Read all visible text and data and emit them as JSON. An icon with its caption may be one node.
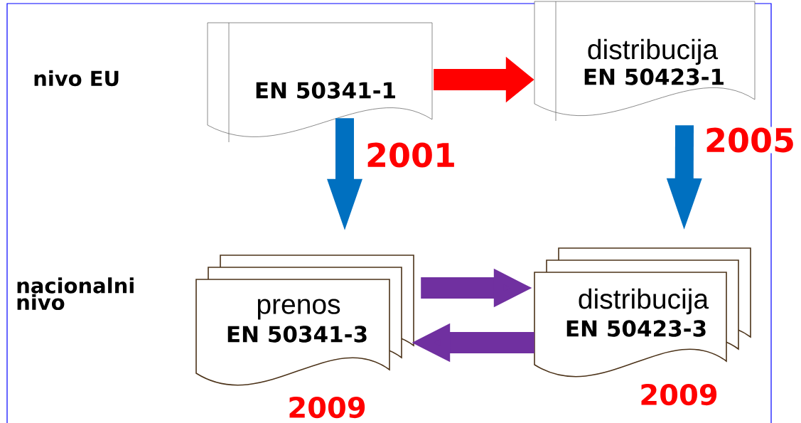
{
  "diagram": {
    "nodes": [
      {
        "text": [
          "EN 50341-1"
        ]
      },
      {
        "text": [
          "distribucija",
          "EN 50423-1"
        ]
      },
      {
        "text": [
          "prenos",
          "EN 50341-3"
        ],
        "beside": [
          "2009"
        ]
      },
      {
        "text": [
          "distribucija",
          "EN 50423-3"
        ],
        "beside": [
          "2009"
        ]
      }
    ],
    "edges": [
      {
        "from": 0,
        "to": 1,
        "arrow": "to",
        "color": "#ff0000"
      },
      {
        "from": 0,
        "to": 2,
        "arrow": "to",
        "label": "2001",
        "color": "#0070c0"
      },
      {
        "from": 1,
        "to": 3,
        "arrow": "to",
        "label": "2005",
        "color": "#0070c0"
      },
      {
        "from": 2,
        "to": 3,
        "arrow": "to",
        "color": "#7030a0"
      },
      {
        "from": 3,
        "to": 2,
        "arrow": "to",
        "color": "#7030a0"
      }
    ],
    "labels": [
      "nivo EU",
      "nacionalni nivo"
    ]
  }
}
